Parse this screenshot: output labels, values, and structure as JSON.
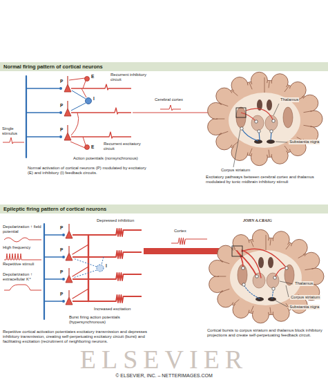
{
  "diagram": {
    "nodes": [
      {
        "text": [
          "Normal firing pattern of cortical neurons"
        ]
      },
      {
        "text": [
          "Epileptic firing pattern of cortical neurons"
        ]
      }
    ],
    "labels": [
      "Recurrent inhibitory circuit",
      "E",
      "I",
      "P",
      "P",
      "P",
      "E",
      "Single stimulus",
      "Recurrent excitatory circuit",
      "Action potentials (nonsynchronous)",
      "Normal activation of cortical neurons (P) modulated by excitatory (E) and inhibitory (I) feedback circuits.",
      "Cerebral cortex",
      "Thalamus",
      "Substantia nigra",
      "Corpus striatum",
      "Excitatory pathways between cerebral cortex and thalamus modulated by tonic midbrain inhibitory stimuli",
      "Depolarization ↑ field potential",
      "High frequency",
      "Repetitive stimuli",
      "Depolarization ↑ extracellular K⁺",
      "Depressed inhibition",
      "Increased excitation",
      "P",
      "P",
      "P",
      "P",
      "I",
      "Burst firing action potentials (hypersynchronous)",
      "Repetitive cortical activation potentiates excitatory transmission and depresses inhibitory transmission, creating self-perpetuating excitatory circuit (burst) and facilitating excitation (recruitment of neighboring neurons.",
      "Cortex",
      "JOHN A.CRAIG",
      "Thalamus",
      "Corpus striatum",
      "Substantia nigra",
      "Cortical bursts to corpus striatum and thalamus block inhibitory projections and create self-perpetuating feedback circuit.",
      "ELSEVIER",
      "© ELSEVIER, INC. – NETTERIMAGES.COM"
    ]
  }
}
